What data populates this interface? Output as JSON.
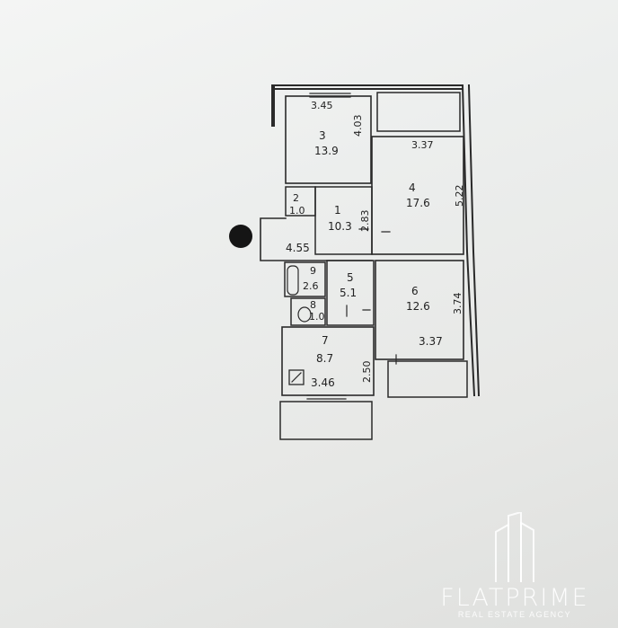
{
  "rooms": [
    {
      "num": "1",
      "area": "10.3"
    },
    {
      "num": "2",
      "area": "1.0"
    },
    {
      "num": "3",
      "area": "13.9"
    },
    {
      "num": "4",
      "area": "17.6"
    },
    {
      "num": "5",
      "area": "5.1"
    },
    {
      "num": "6",
      "area": "12.6"
    },
    {
      "num": "7",
      "area": "8.7"
    },
    {
      "num": "8",
      "area": "1.0"
    },
    {
      "num": "9",
      "area": "2.6"
    }
  ],
  "dimensions": {
    "room3_width": "3.45",
    "room3_depth": "4.03",
    "room4_width": "3.37",
    "room4_depth": "5.22",
    "room1_depth": "2.83",
    "corridor_length": "4.55",
    "room6_depth": "3.74",
    "room6_width": "3.37",
    "room7_depth": "2.50",
    "room7_width": "3.46"
  },
  "watermark": {
    "brand": "FLATPRIME",
    "tagline": "REAL ESTATE AGENCY"
  }
}
